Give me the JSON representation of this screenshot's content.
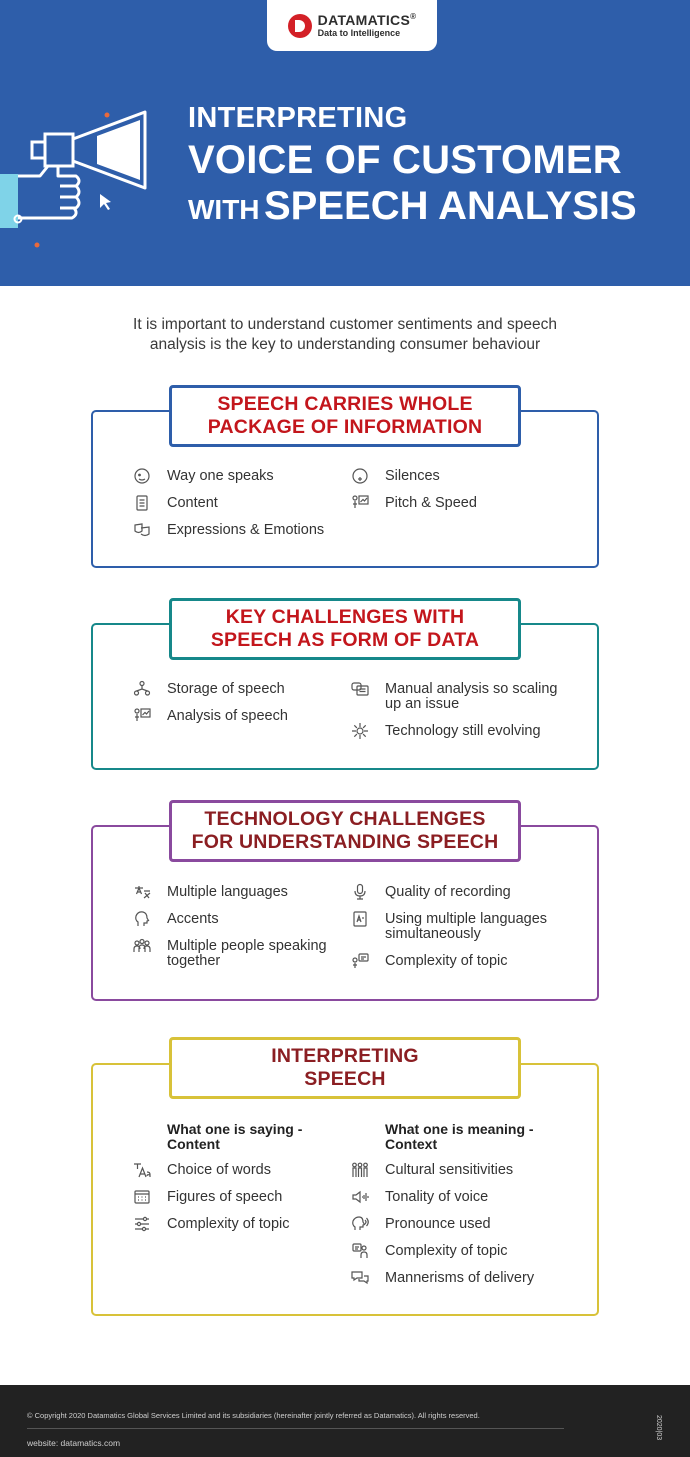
{
  "brand": {
    "name": "DATAMATICS",
    "registered": "®",
    "tagline": "Data to Intelligence"
  },
  "title": {
    "line1": "INTERPRETING",
    "line2": "VOICE OF CUSTOMER",
    "line3_small": "WITH",
    "line3_big": "SPEECH ANALYSIS"
  },
  "intro": {
    "line1": "It is important to understand customer sentiments and speech",
    "line2": "analysis is the key to understanding consumer behaviour"
  },
  "section1": {
    "heading": [
      "SPEECH CARRIES WHOLE",
      "PACKAGE OF INFORMATION"
    ],
    "left": [
      "Way one speaks",
      "Content",
      "Expressions & Emotions"
    ],
    "right": [
      "Silences",
      "Pitch & Speed"
    ]
  },
  "section2": {
    "heading": [
      "KEY CHALLENGES WITH",
      "SPEECH AS FORM OF DATA"
    ],
    "left": [
      "Storage of speech",
      "Analysis of speech"
    ],
    "right": [
      "Manual analysis so scaling up an issue",
      "Technology still evolving"
    ]
  },
  "section3": {
    "heading": [
      "TECHNOLOGY CHALLENGES",
      "FOR UNDERSTANDING SPEECH"
    ],
    "left": [
      "Multiple languages",
      "Accents",
      "Multiple people speaking together"
    ],
    "right": [
      "Quality of recording",
      "Using multiple languages simultaneously",
      "Complexity of topic"
    ]
  },
  "section4": {
    "heading": [
      "INTERPRETING",
      "SPEECH"
    ],
    "left_subhead": [
      "What one is saying -",
      "Content"
    ],
    "right_subhead": [
      "What one is meaning -",
      "Context"
    ],
    "left": [
      "Choice of words",
      "Figures of speech",
      "Complexity of topic"
    ],
    "right": [
      "Cultural sensitivities",
      "Tonality of voice",
      "Pronounce used",
      "Complexity of topic",
      "Mannerisms of delivery"
    ]
  },
  "footer": {
    "copyright": "© Copyright 2020 Datamatics Global Services Limited and its subsidiaries (hereinafter jointly referred as Datamatics). All rights reserved.",
    "website": "website: datamatics.com",
    "code": "2020|03"
  },
  "colors": {
    "header_blue": "#2e5eaa",
    "heading_red": "#c3161c",
    "section1_border": "#2e5eaa",
    "section2_border": "#16888a",
    "section3_border": "#8a4a9e",
    "section4_border": "#d8c239",
    "footer_bg": "#222222"
  }
}
